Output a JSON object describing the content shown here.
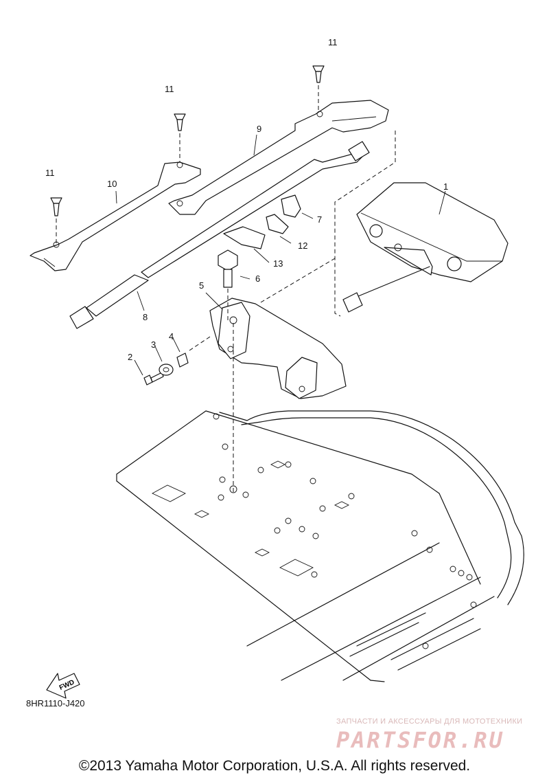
{
  "callouts": {
    "p1": "1",
    "p2": "2",
    "p3": "3",
    "p4": "4",
    "p5": "5",
    "p6": "6",
    "p7": "7",
    "p8": "8",
    "p9": "9",
    "p10": "10",
    "p11a": "11",
    "p11b": "11",
    "p11c": "11",
    "p12": "12",
    "p13": "13"
  },
  "fwd_label": "FWD",
  "diagram_code": "8HR1110-J420",
  "watermark": {
    "line1": "ЗАПЧАСТИ И АКСЕССУАРЫ ДЛЯ МОТОТЕХНИКИ",
    "line2": "PARTSFOR.RU"
  },
  "copyright": "©2013 Yamaha Motor Corporation, U.S.A. All rights reserved."
}
